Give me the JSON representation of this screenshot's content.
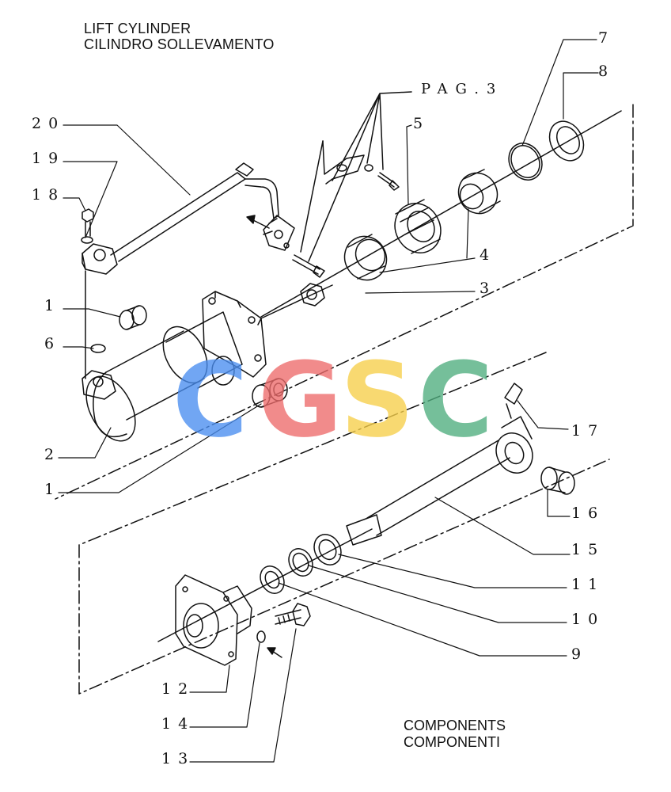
{
  "title": {
    "line1": "LIFT CYLINDER",
    "line2": "CILINDRO SOLLEVAMENTO"
  },
  "components": {
    "line1": "COMPONENTS",
    "line2": "COMPONENTI"
  },
  "page_ref": "PAG.3",
  "callouts": {
    "c20": "20",
    "c19": "19",
    "c18": "18",
    "c1a": "1",
    "c6": "6",
    "c2": "2",
    "c1b": "1",
    "c12": "12",
    "c14": "14",
    "c13": "13",
    "c7": "7",
    "c8": "8",
    "c5": "5",
    "c4": "4",
    "c3": "3",
    "c17": "17",
    "c16": "16",
    "c15": "15",
    "c11": "11",
    "c10": "10",
    "c9": "9"
  },
  "watermark": {
    "letters": [
      "C",
      "G",
      "S",
      "C"
    ],
    "colors": [
      "#4a8ef0",
      "#ee6b6b",
      "#f7cf4a",
      "#4fae7e"
    ]
  }
}
